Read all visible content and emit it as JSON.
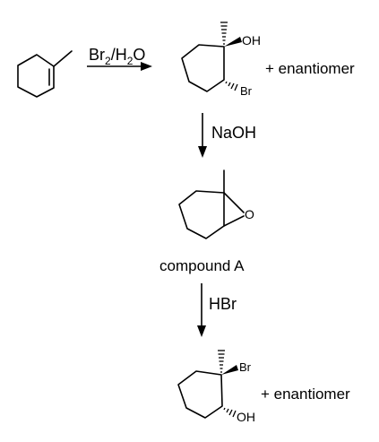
{
  "reactions": {
    "step1": {
      "reagent_main": "Br",
      "reagent_sub1": "2",
      "reagent_slash": "/H",
      "reagent_sub2": "2",
      "reagent_tail": "O"
    },
    "step2": {
      "reagent": "NaOH"
    },
    "step3": {
      "reagent": "HBr"
    }
  },
  "products": {
    "bromohydrin": {
      "oh_label": "OH",
      "br_label": "Br",
      "note": "+ enantiomer"
    },
    "epoxide": {
      "o_label": "O",
      "caption": "compound A"
    },
    "final": {
      "br_label": "Br",
      "oh_label": "OH",
      "note": "+ enantiomer"
    }
  }
}
